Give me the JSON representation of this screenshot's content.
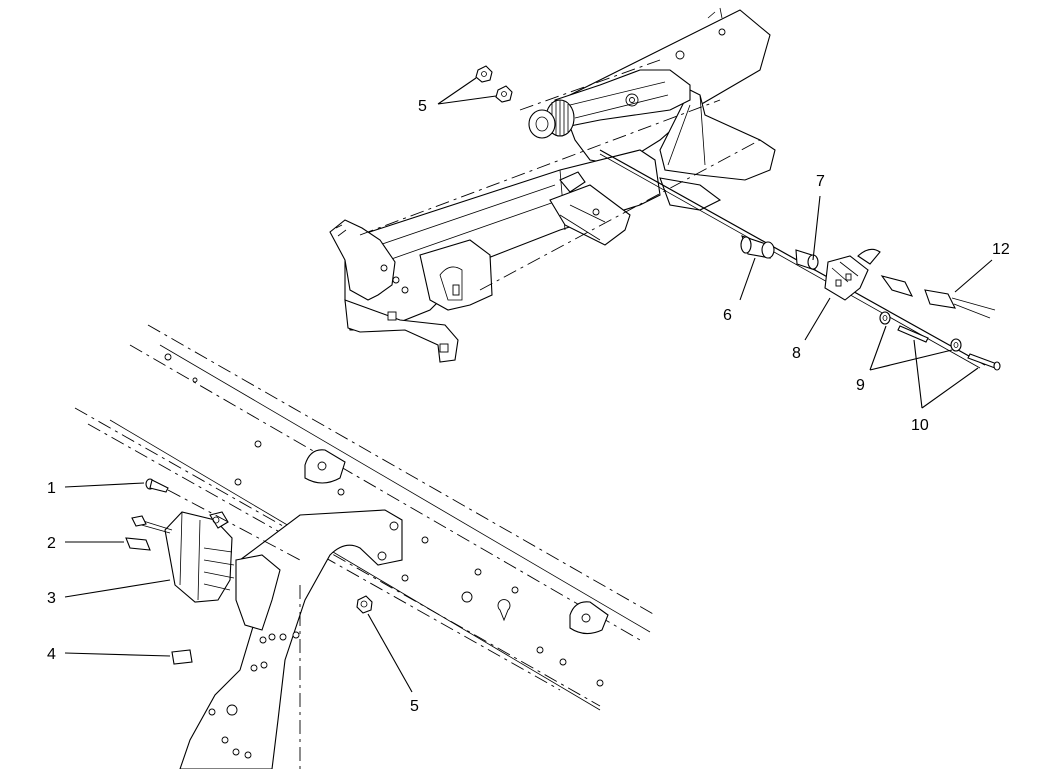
{
  "diagram": {
    "callouts": [
      {
        "id": "c1",
        "label": "1"
      },
      {
        "id": "c2",
        "label": "2"
      },
      {
        "id": "c3",
        "label": "3"
      },
      {
        "id": "c4",
        "label": "4"
      },
      {
        "id": "c5a",
        "label": "5"
      },
      {
        "id": "c5b",
        "label": "5"
      },
      {
        "id": "c6",
        "label": "6"
      },
      {
        "id": "c7",
        "label": "7"
      },
      {
        "id": "c8",
        "label": "8"
      },
      {
        "id": "c9",
        "label": "9"
      },
      {
        "id": "c10",
        "label": "10"
      },
      {
        "id": "c12",
        "label": "12"
      }
    ]
  }
}
